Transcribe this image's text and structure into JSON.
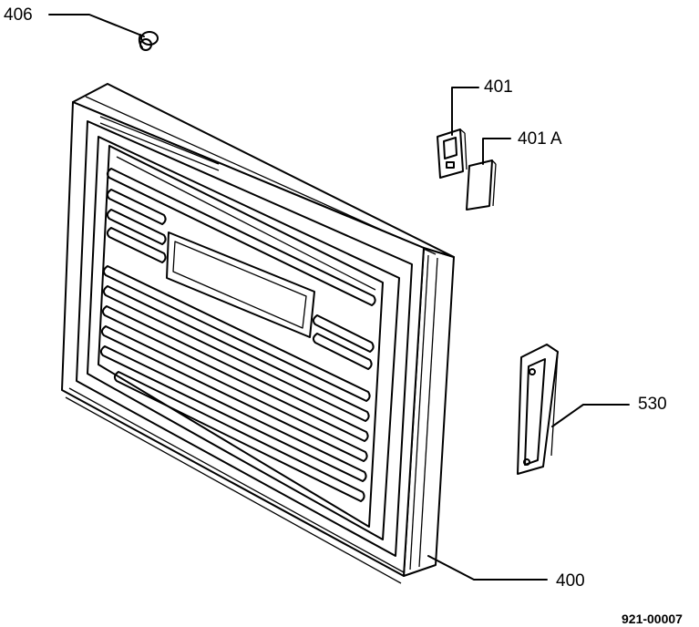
{
  "diagram": {
    "drawing_code": "921-00007",
    "parts": [
      {
        "id": "406",
        "label": "406",
        "part": "plug"
      },
      {
        "id": "401",
        "label": "401",
        "part": "switch"
      },
      {
        "id": "401a",
        "label": "401 A",
        "part": "switch-cover"
      },
      {
        "id": "530",
        "label": "530",
        "part": "handle"
      },
      {
        "id": "400",
        "label": "400",
        "part": "door-panel"
      }
    ]
  }
}
